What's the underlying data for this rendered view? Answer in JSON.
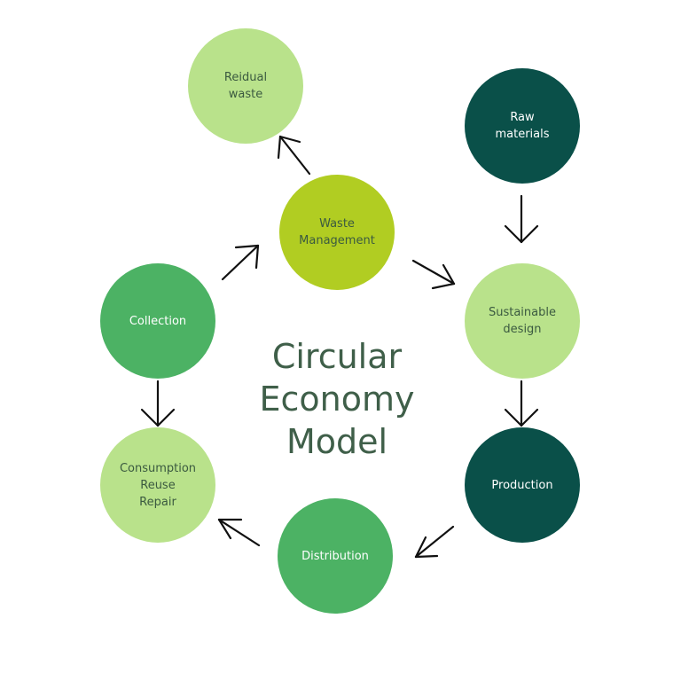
{
  "title": "Circular\nEconomy\nModel",
  "nodes": {
    "residual_waste": "Reidual\nwaste",
    "raw_materials": "Raw\nmaterials",
    "waste_management": "Waste\nManagement",
    "sustainable_design": "Sustainable\ndesign",
    "collection": "Collection",
    "consumption": "Consumption\nReuse\nRepair",
    "production": "Production",
    "distribution": "Distribution"
  },
  "colors": {
    "light_green": "#b9e28b",
    "lime": "#b1cd22",
    "medium_green": "#4cb264",
    "dark_teal": "#0a5049",
    "title_text": "#3f5f49"
  }
}
